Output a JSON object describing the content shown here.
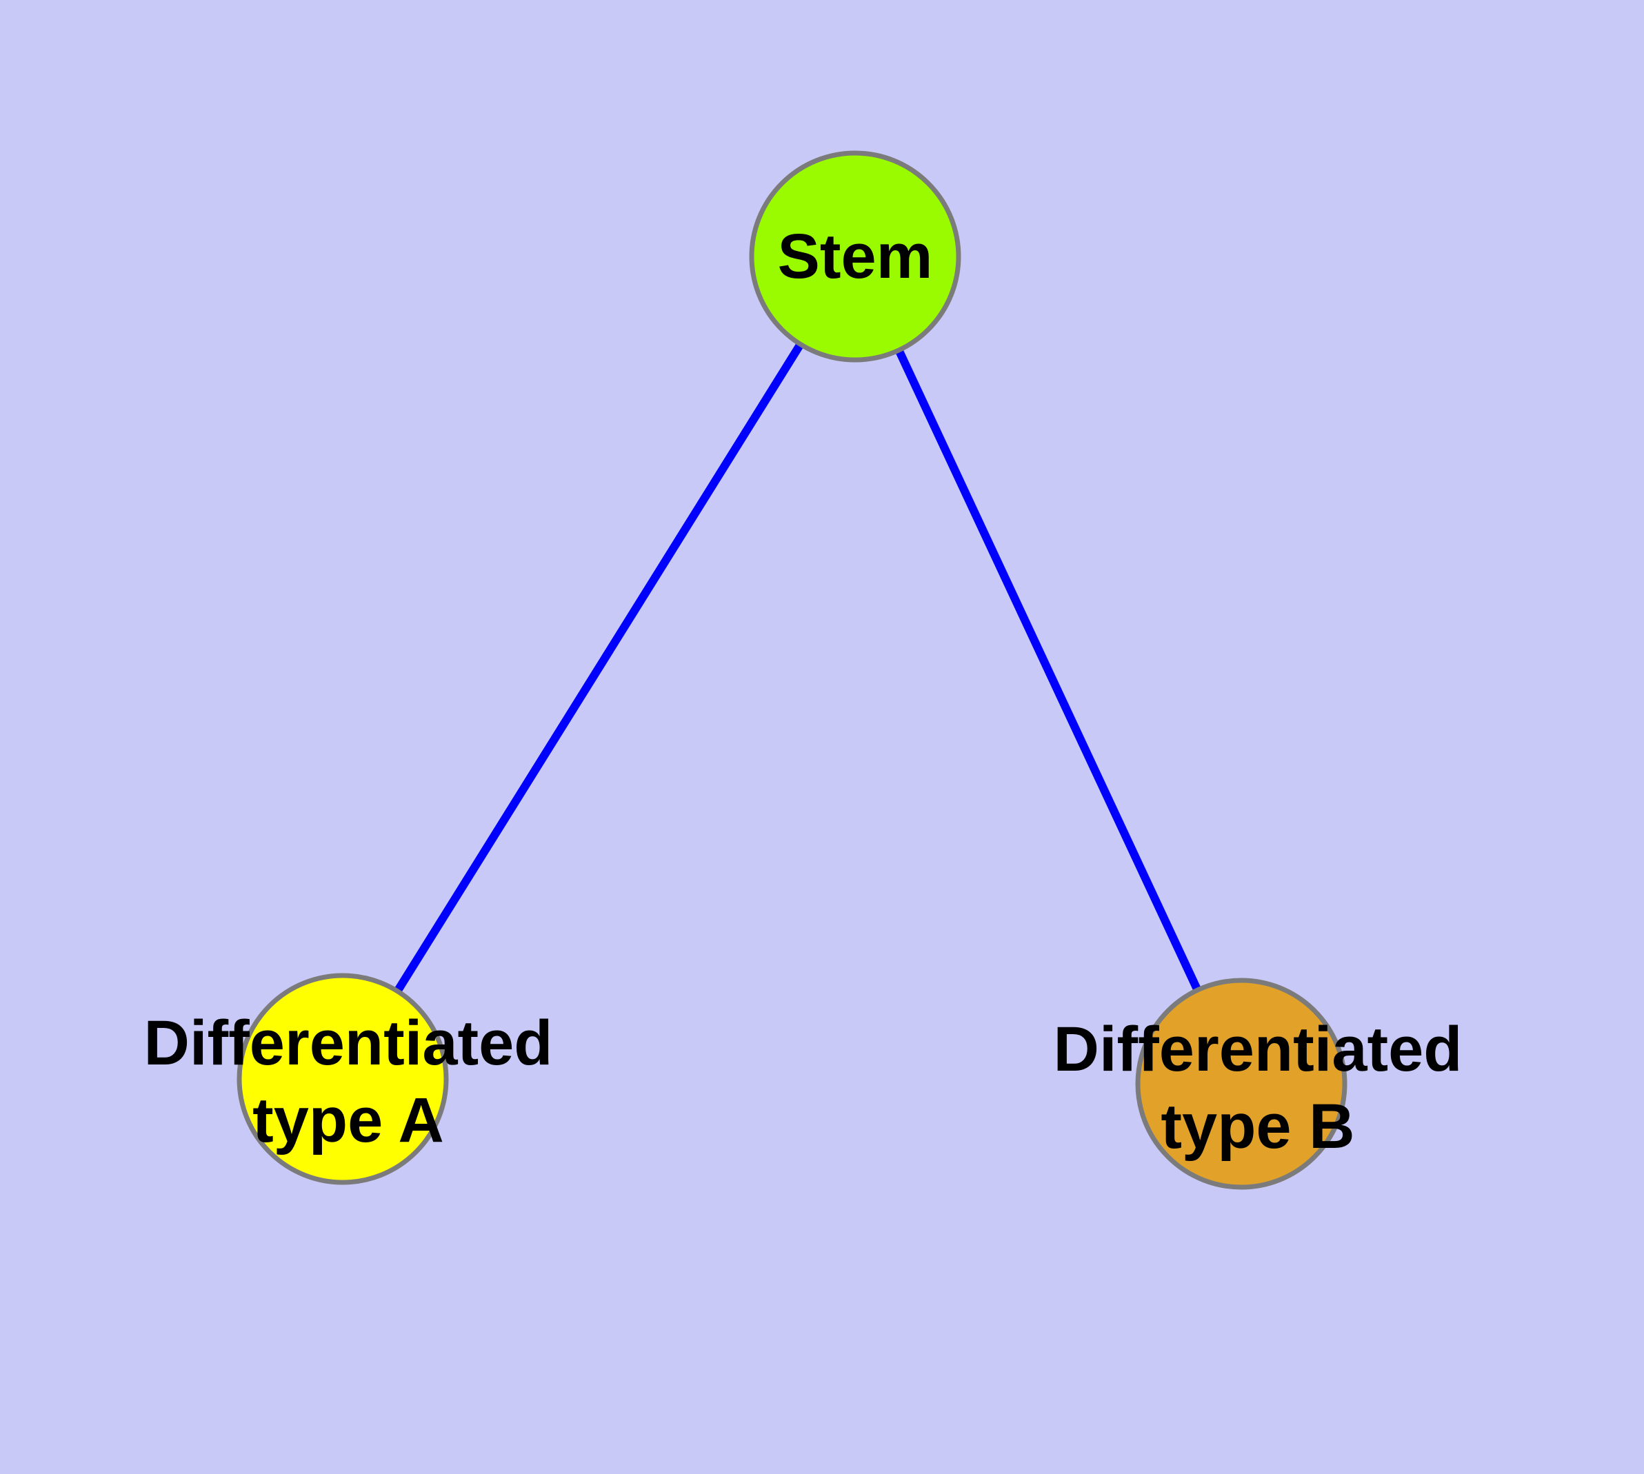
{
  "diagram": {
    "type": "graph",
    "background_color": "#c9c9f8",
    "edge_color": "#0000ff",
    "node_border_color": "#7b7b7b",
    "text_color": "#000000",
    "nodes": [
      {
        "id": "stem",
        "label": "Stem",
        "label_lines": [
          "Stem"
        ],
        "color": "#9afa00"
      },
      {
        "id": "differentiated-type-a",
        "label": "Differentiated type A",
        "label_lines": [
          "Differentiated",
          "type A"
        ],
        "color": "#ffff00"
      },
      {
        "id": "differentiated-type-b",
        "label": "Differentiated type B",
        "label_lines": [
          "Differentiated",
          "type B"
        ],
        "color": "#e2a229"
      }
    ],
    "edges": [
      {
        "from": "stem",
        "to": "differentiated-type-a"
      },
      {
        "from": "stem",
        "to": "differentiated-type-b"
      }
    ]
  }
}
